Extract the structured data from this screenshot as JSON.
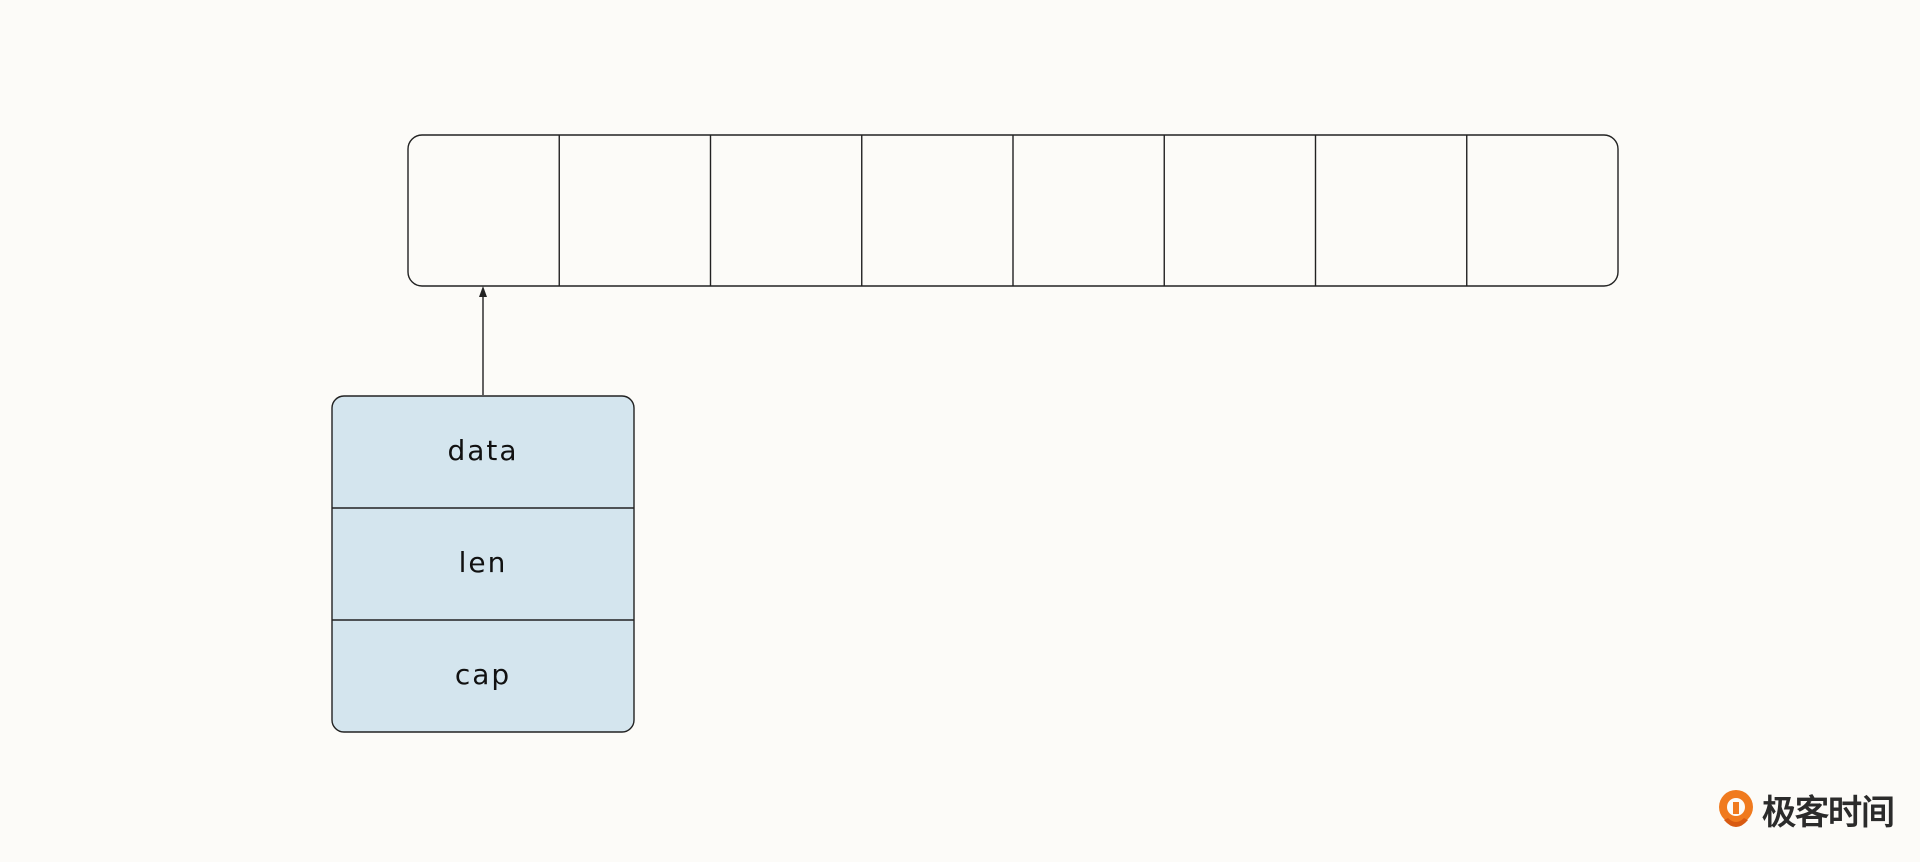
{
  "diagram": {
    "array": {
      "cell_count": 8
    },
    "header": {
      "fields": [
        {
          "label": "data"
        },
        {
          "label": "len"
        },
        {
          "label": "cap"
        }
      ],
      "fill_color": "#d4e5ee"
    },
    "stroke_color": "#222222",
    "background_color": "#fcfbf8"
  },
  "watermark": {
    "text": "极客时间",
    "icon": "geektime-logo-icon",
    "brand_color": "#f07a1e"
  }
}
